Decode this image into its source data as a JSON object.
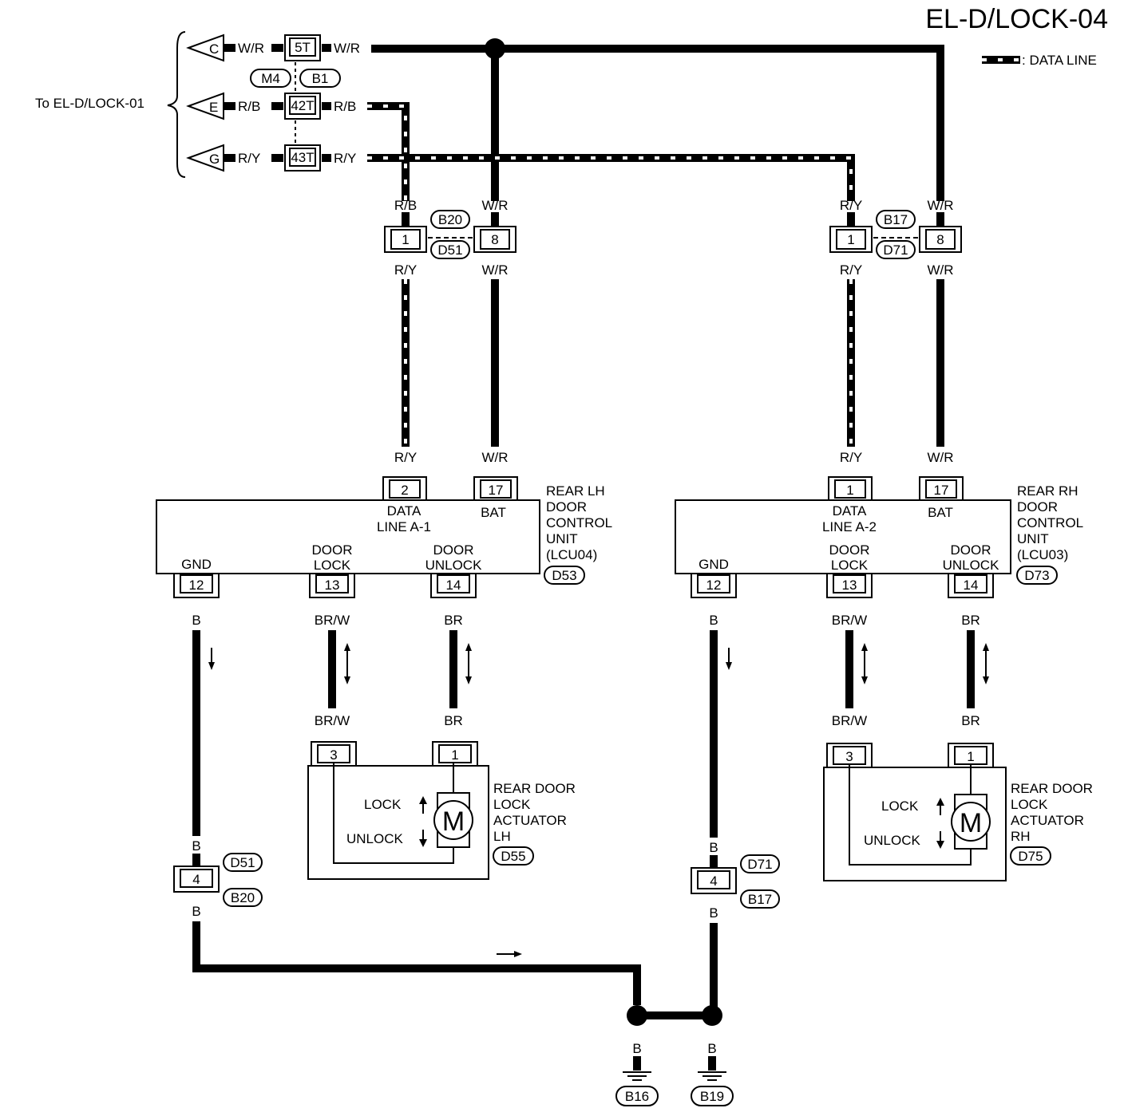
{
  "title": "EL-D/LOCK-04",
  "legend": {
    "label": ": DATA LINE"
  },
  "to_ref": "To EL-D/LOCK-01",
  "arrows_in": [
    "C",
    "E",
    "G"
  ],
  "wires": {
    "wr": "W/R",
    "rb": "R/B",
    "ry": "R/Y",
    "b": "B",
    "brw": "BR/W",
    "br": "BR"
  },
  "harness": {
    "t5": "5T",
    "t42": "42T",
    "t43": "43T",
    "m4": "M4",
    "b1": "B1"
  },
  "left": {
    "conn_a": "B20",
    "conn_b": "D51",
    "pin1": "1",
    "pin8": "8",
    "unit_pins": {
      "data": "2",
      "bat": "17",
      "gnd": "12",
      "lock": "13",
      "unlock": "14"
    },
    "labels": {
      "data": "DATA",
      "data2": "LINE A-1",
      "bat": "BAT",
      "gnd": "GND",
      "lock1": "DOOR",
      "lock2": "LOCK",
      "unl1": "DOOR",
      "unl2": "UNLOCK"
    },
    "unit_name": [
      "REAR LH",
      "DOOR",
      "CONTROL",
      "UNIT",
      "(LCU04)"
    ],
    "unit_conn": "D53",
    "act_pins": {
      "a": "3",
      "b": "1"
    },
    "act_lock": "LOCK",
    "act_unlock": "UNLOCK",
    "motor": "M",
    "act_name": [
      "REAR DOOR",
      "LOCK",
      "ACTUATOR",
      "LH"
    ],
    "act_conn": "D55",
    "gnd_pin": "4",
    "gnd_conn_a": "D51",
    "gnd_conn_b": "B20",
    "ground": "B16"
  },
  "right": {
    "conn_a": "B17",
    "conn_b": "D71",
    "pin1": "1",
    "pin8": "8",
    "unit_pins": {
      "data": "1",
      "bat": "17",
      "gnd": "12",
      "lock": "13",
      "unlock": "14"
    },
    "labels": {
      "data": "DATA",
      "data2": "LINE A-2",
      "bat": "BAT",
      "gnd": "GND",
      "lock1": "DOOR",
      "lock2": "LOCK",
      "unl1": "DOOR",
      "unl2": "UNLOCK"
    },
    "unit_name": [
      "REAR RH",
      "DOOR",
      "CONTROL",
      "UNIT",
      "(LCU03)"
    ],
    "unit_conn": "D73",
    "act_pins": {
      "a": "3",
      "b": "1"
    },
    "act_lock": "LOCK",
    "act_unlock": "UNLOCK",
    "motor": "M",
    "act_name": [
      "REAR DOOR",
      "LOCK",
      "ACTUATOR",
      "RH"
    ],
    "act_conn": "D75",
    "gnd_pin": "4",
    "gnd_conn_a": "D71",
    "gnd_conn_b": "B17",
    "ground": "B19"
  }
}
